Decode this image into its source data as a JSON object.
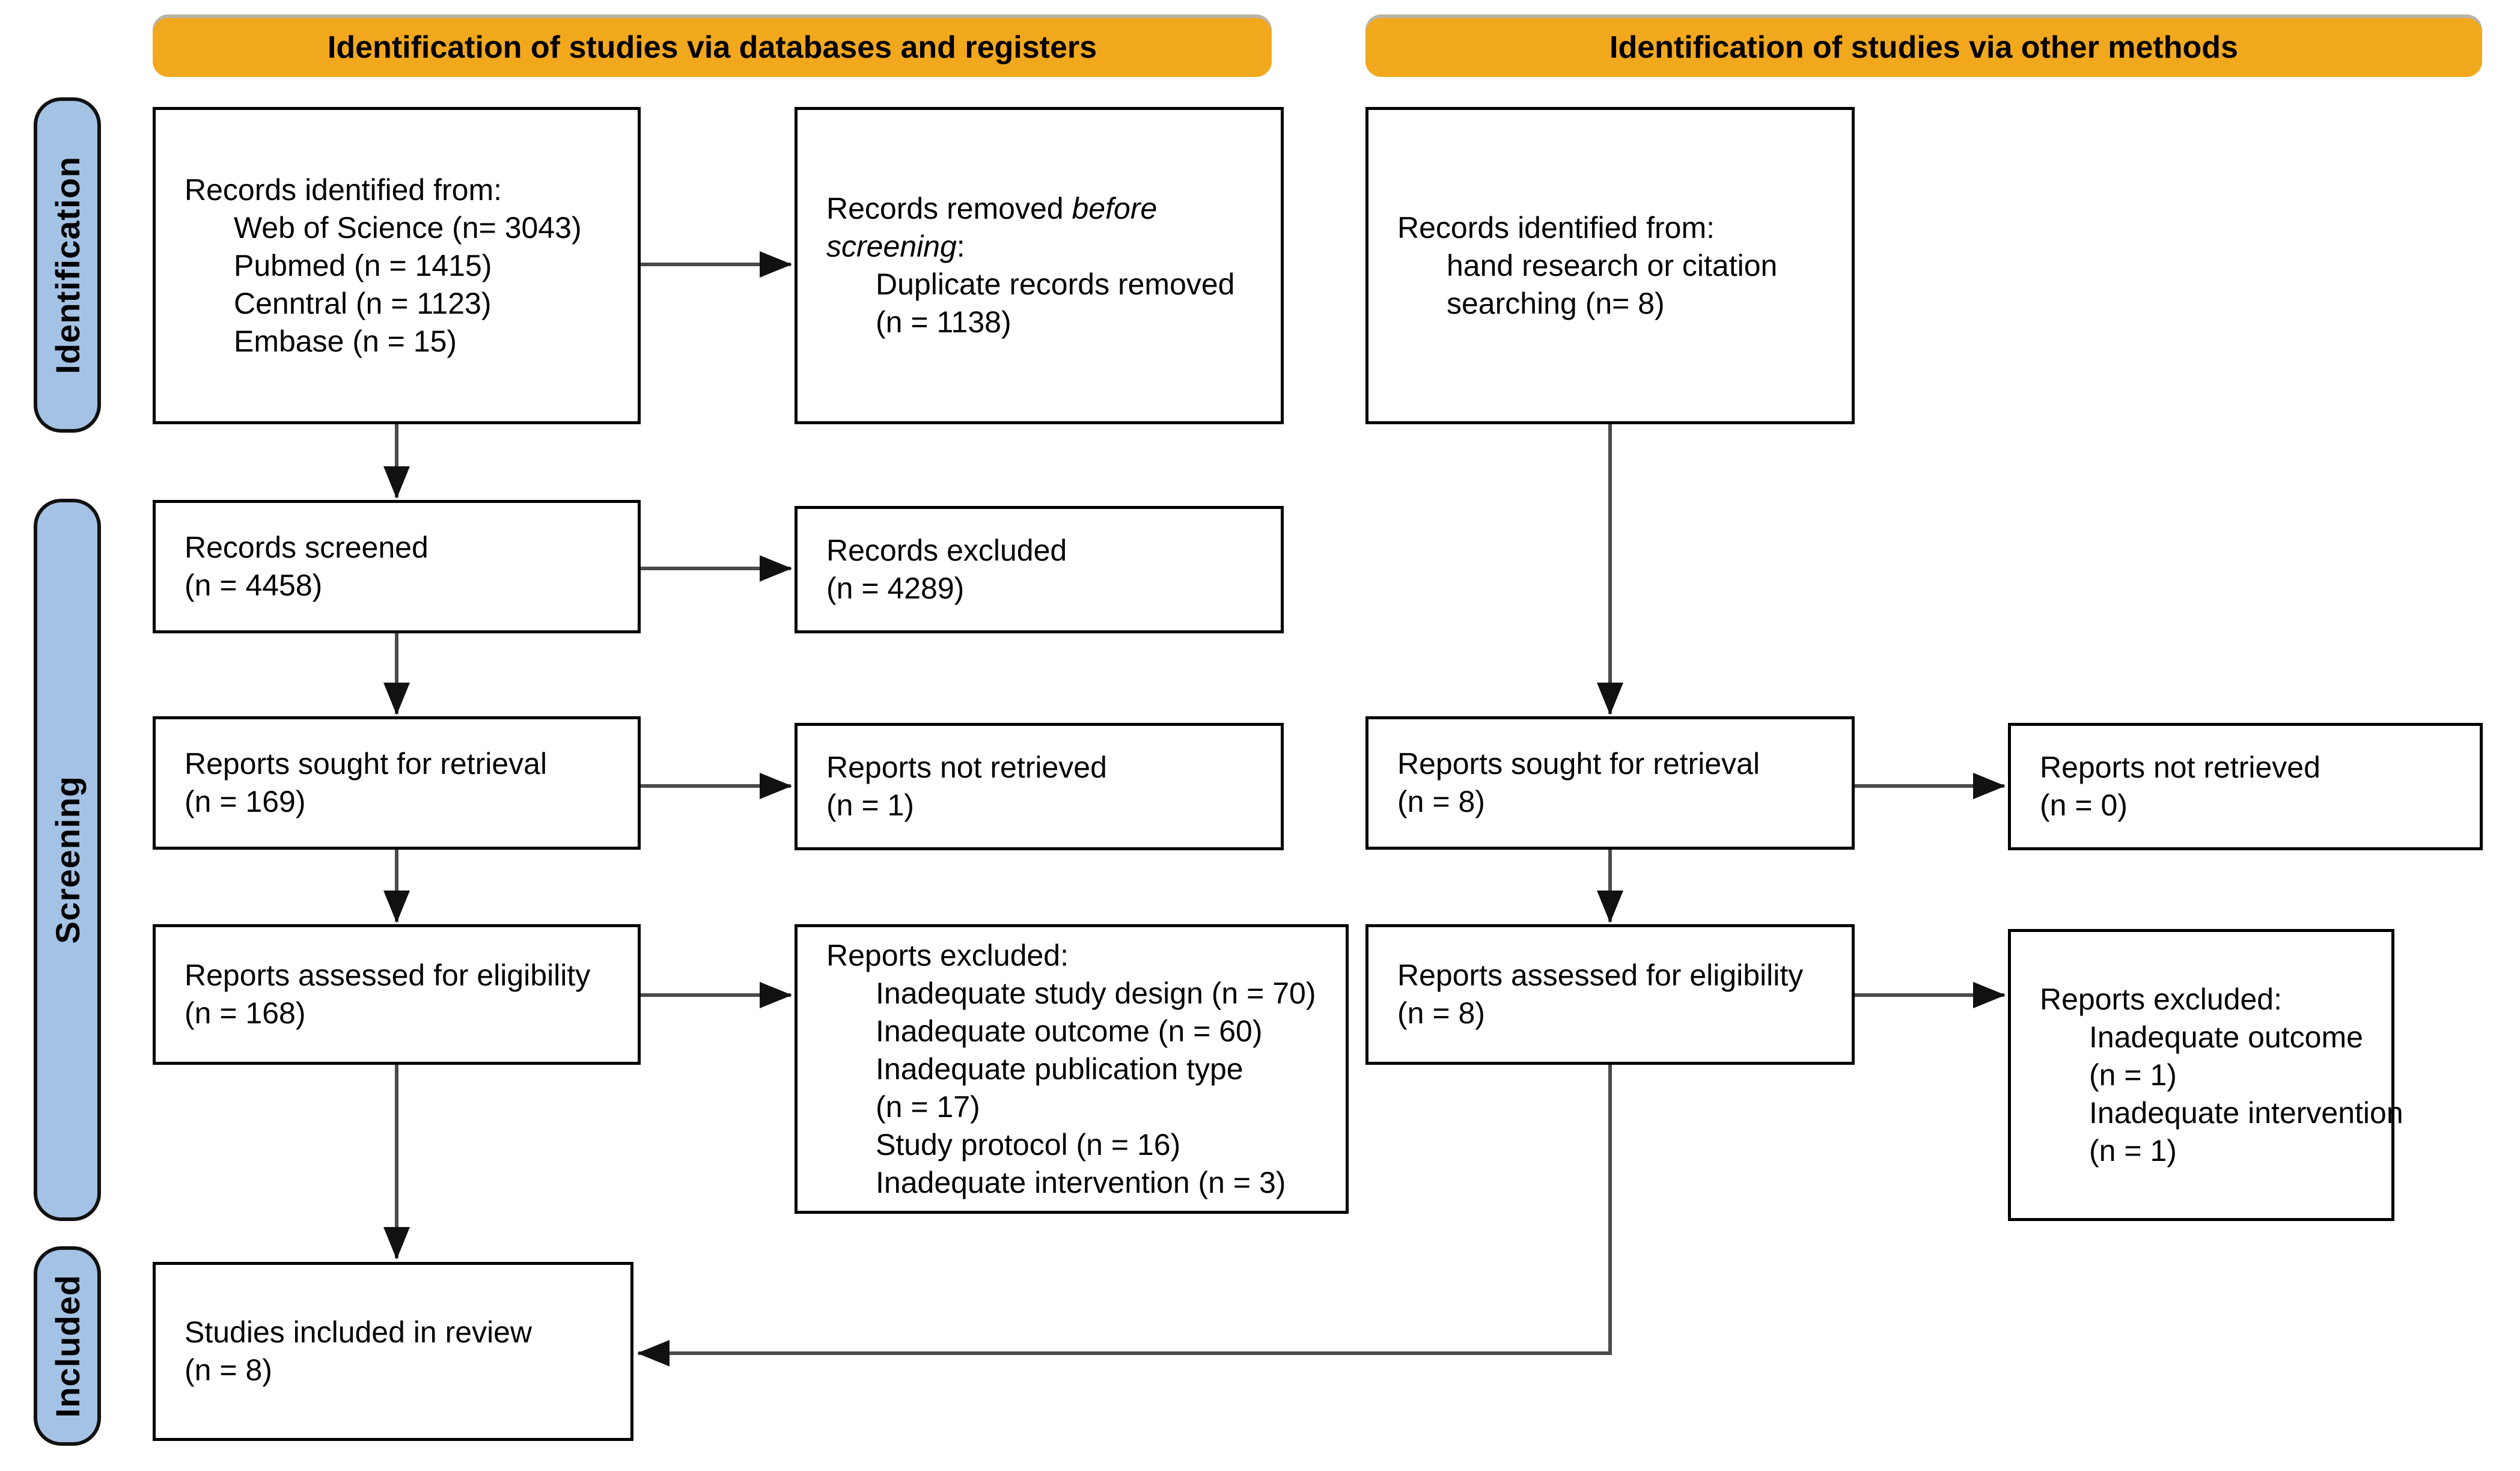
{
  "banners": {
    "databases": "Identification of studies via databases and registers",
    "other": "Identification of studies via other methods"
  },
  "sidebar": {
    "items": [
      {
        "label": "Identification"
      },
      {
        "label": "Screening"
      },
      {
        "label": "Included"
      }
    ]
  },
  "colors": {
    "banner": "#F2A81D",
    "stage": "#A4C2E4",
    "box_border": "#000000",
    "arrow": "#4a4a4a"
  },
  "boxes": {
    "records_identified_db": {
      "lines": [
        {
          "parts": [
            {
              "text": "Records identified from:"
            }
          ]
        },
        {
          "indent": true,
          "parts": [
            {
              "text": "Web of Science (n= 3043)"
            }
          ]
        },
        {
          "indent": true,
          "parts": [
            {
              "text": "Pubmed (n = 1415)"
            }
          ]
        },
        {
          "indent": true,
          "parts": [
            {
              "text": "Cenntral (n = 1123)"
            }
          ]
        },
        {
          "indent": true,
          "parts": [
            {
              "text": "Embase (n = 15)"
            }
          ]
        }
      ]
    },
    "records_removed": {
      "lines": [
        {
          "parts": [
            {
              "text": "Records removed "
            },
            {
              "text": "before",
              "italic": true
            }
          ]
        },
        {
          "parts": [
            {
              "text": "screening",
              "italic": true
            },
            {
              "text": ":"
            }
          ]
        },
        {
          "indent": true,
          "parts": [
            {
              "text": "Duplicate records removed"
            }
          ]
        },
        {
          "indent": true,
          "parts": [
            {
              "text": "(n = 1138)"
            }
          ]
        }
      ]
    },
    "records_identified_other": {
      "lines": [
        {
          "parts": [
            {
              "text": "Records identified from:"
            }
          ]
        },
        {
          "indent": true,
          "parts": [
            {
              "text": "hand research or citation"
            }
          ]
        },
        {
          "indent": true,
          "parts": [
            {
              "text": "searching (n= 8)"
            }
          ]
        }
      ]
    },
    "records_screened": {
      "lines": [
        {
          "parts": [
            {
              "text": "Records screened"
            }
          ]
        },
        {
          "parts": [
            {
              "text": "(n = 4458)"
            }
          ]
        }
      ]
    },
    "records_excluded": {
      "lines": [
        {
          "parts": [
            {
              "text": "Records excluded"
            }
          ]
        },
        {
          "parts": [
            {
              "text": "(n = 4289)"
            }
          ]
        }
      ]
    },
    "reports_sought_db": {
      "lines": [
        {
          "parts": [
            {
              "text": "Reports sought for retrieval"
            }
          ]
        },
        {
          "parts": [
            {
              "text": "(n = 169)"
            }
          ]
        }
      ]
    },
    "reports_not_retrieved_db": {
      "lines": [
        {
          "parts": [
            {
              "text": "Reports not retrieved"
            }
          ]
        },
        {
          "parts": [
            {
              "text": "(n = 1)"
            }
          ]
        }
      ]
    },
    "reports_sought_other": {
      "lines": [
        {
          "parts": [
            {
              "text": "Reports sought for retrieval"
            }
          ]
        },
        {
          "parts": [
            {
              "text": "(n = 8)"
            }
          ]
        }
      ]
    },
    "reports_not_retrieved_other": {
      "lines": [
        {
          "parts": [
            {
              "text": "Reports not retrieved"
            }
          ]
        },
        {
          "parts": [
            {
              "text": "(n = 0)"
            }
          ]
        }
      ]
    },
    "reports_assessed_db": {
      "lines": [
        {
          "parts": [
            {
              "text": "Reports assessed for eligibility"
            }
          ]
        },
        {
          "parts": [
            {
              "text": "(n = 168)"
            }
          ]
        }
      ]
    },
    "reports_excluded_db": {
      "lines": [
        {
          "parts": [
            {
              "text": "Reports excluded:"
            }
          ]
        },
        {
          "indent": true,
          "parts": [
            {
              "text": "Inadequate study design (n = 70)"
            }
          ]
        },
        {
          "indent": true,
          "parts": [
            {
              "text": "Inadequate outcome (n = 60)"
            }
          ]
        },
        {
          "indent": true,
          "parts": [
            {
              "text": "Inadequate publication type"
            }
          ]
        },
        {
          "indent": true,
          "parts": [
            {
              "text": "(n = 17)"
            }
          ]
        },
        {
          "indent": true,
          "parts": [
            {
              "text": "Study protocol (n = 16)"
            }
          ]
        },
        {
          "indent": true,
          "parts": [
            {
              "text": "Inadequate intervention (n = 3)"
            }
          ]
        }
      ]
    },
    "reports_assessed_other": {
      "lines": [
        {
          "parts": [
            {
              "text": "Reports assessed for eligibility"
            }
          ]
        },
        {
          "parts": [
            {
              "text": "(n = 8)"
            }
          ]
        }
      ]
    },
    "reports_excluded_other": {
      "lines": [
        {
          "parts": [
            {
              "text": "Reports excluded:"
            }
          ]
        },
        {
          "indent": true,
          "parts": [
            {
              "text": "Inadequate outcome"
            }
          ]
        },
        {
          "indent": true,
          "parts": [
            {
              "text": "(n = 1)"
            }
          ]
        },
        {
          "indent": true,
          "parts": [
            {
              "text": "Inadequate intervention"
            }
          ]
        },
        {
          "indent": true,
          "parts": [
            {
              "text": "(n = 1)"
            }
          ]
        }
      ]
    },
    "studies_included": {
      "lines": [
        {
          "parts": [
            {
              "text": "Studies included in review"
            }
          ]
        },
        {
          "parts": [
            {
              "text": "(n = 8)"
            }
          ]
        }
      ]
    }
  }
}
